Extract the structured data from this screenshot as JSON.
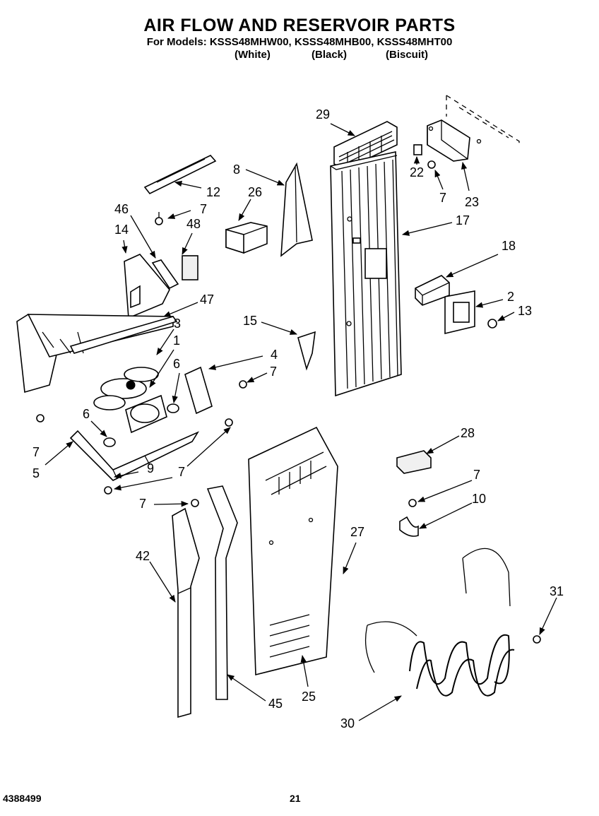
{
  "header": {
    "title": "AIR FLOW AND RESERVOIR PARTS",
    "models_line": "For Models: KSSS48MHW00, KSSS48MHB00, KSSS48MHT00",
    "variants": [
      "(White)",
      "(Black)",
      "(Biscuit)"
    ]
  },
  "footer": {
    "doc_number": "4388499",
    "page_number": "21"
  },
  "callouts": [
    "29",
    "8",
    "26",
    "12",
    "7",
    "22",
    "7",
    "23",
    "46",
    "48",
    "14",
    "17",
    "18",
    "2",
    "13",
    "47",
    "15",
    "3",
    "1",
    "4",
    "6",
    "7",
    "6",
    "7",
    "5",
    "9",
    "7",
    "28",
    "7",
    "10",
    "7",
    "27",
    "42",
    "31",
    "45",
    "25",
    "30"
  ]
}
